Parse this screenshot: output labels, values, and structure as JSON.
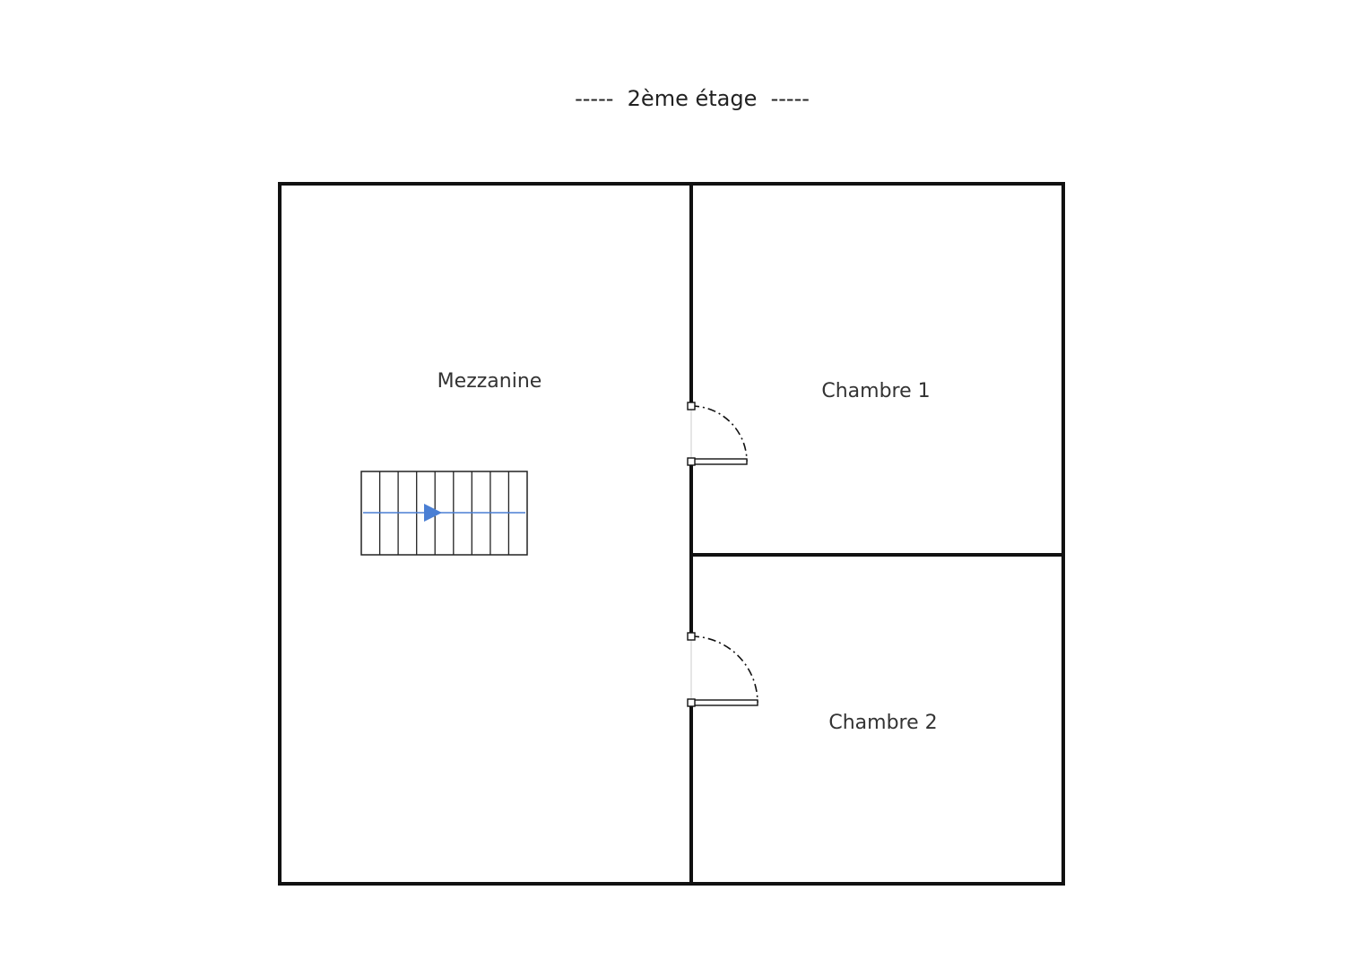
{
  "floor": {
    "title": "-----  2ème étage  -----"
  },
  "rooms": {
    "mezzanine": "Mezzanine",
    "chambre_1": "Chambre 1",
    "chambre_2": "Chambre 2"
  },
  "colors": {
    "wall": "#111111",
    "stair_arrow": "#4a7fd4"
  },
  "icons": {
    "stairs": "staircase-icon",
    "door": "swing-door-icon"
  }
}
